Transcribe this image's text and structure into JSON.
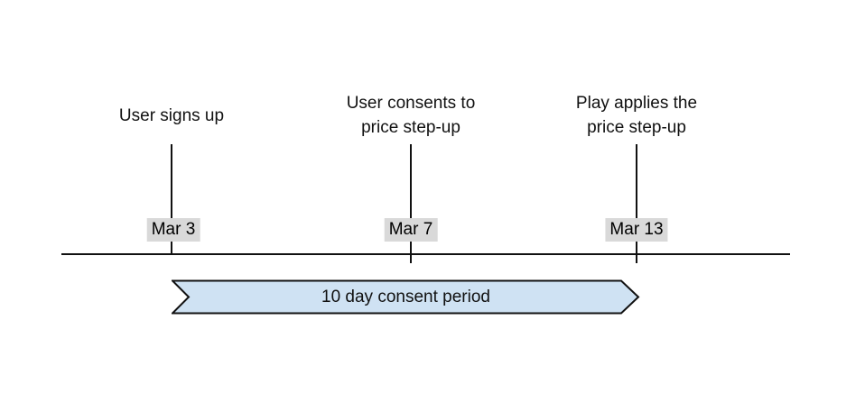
{
  "diagram": {
    "background_color": "#ffffff",
    "line_color": "#111111",
    "date_chip_bg": "#d9d9d9",
    "events": [
      {
        "label_lines": [
          "User signs up"
        ],
        "date": "Mar 3"
      },
      {
        "label_lines": [
          "User consents to",
          "price step-up"
        ],
        "date": "Mar 7"
      },
      {
        "label_lines": [
          "Play applies the",
          "price step-up"
        ],
        "date": "Mar 13"
      }
    ],
    "banner": {
      "label": "10 day consent period",
      "fill": "#cfe2f3",
      "stroke": "#111111"
    }
  }
}
